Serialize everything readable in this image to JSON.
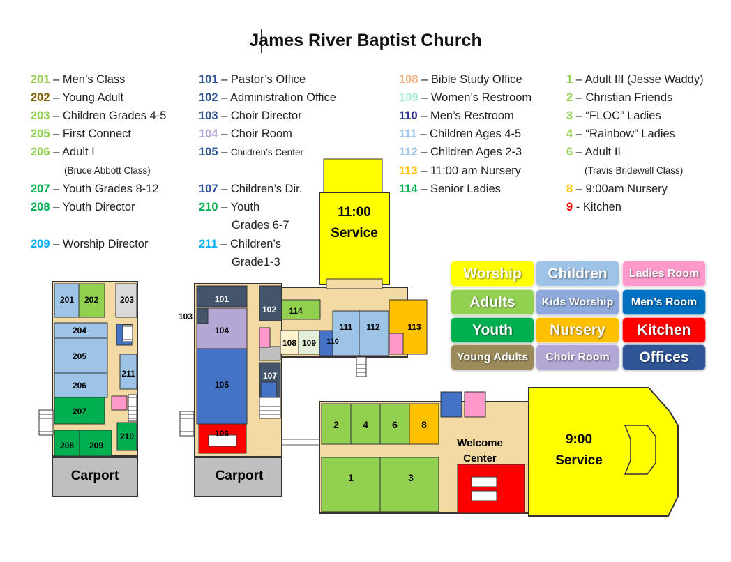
{
  "title": "James River Baptist Church",
  "legend": {
    "col1": [
      {
        "num": "201",
        "text": " – Men’s Class",
        "color": "#92d050"
      },
      {
        "num": "202",
        "text": " – Young Adult",
        "color": "#7f6000"
      },
      {
        "num": "203",
        "text": " –  Children Grades 4-5",
        "color": "#92d050"
      },
      {
        "num": "205",
        "text": " –  First Connect",
        "color": "#92d050"
      },
      {
        "num": "206",
        "text": " – Adult I",
        "color": "#92d050"
      },
      {
        "num": "207",
        "text": " – Youth Grades 8-12",
        "color": "#00b050"
      },
      {
        "num": "208",
        "text": " – Youth Director",
        "color": "#00b050"
      },
      {
        "num": "209",
        "text": " – Worship Director",
        "color": "#00b0f0"
      }
    ],
    "col1_sub": "(Bruce Abbott Class)",
    "col2": [
      {
        "num": "101",
        "text": " – Pastor’s Office",
        "color": "#2f5597"
      },
      {
        "num": "102",
        "text": " – Administration Office",
        "color": "#2f5597"
      },
      {
        "num": "103",
        "text": " – Choir Director",
        "color": "#2f5597"
      },
      {
        "num": "104",
        "text": " – Choir Room",
        "color": "#b4a7d6"
      },
      {
        "num": "105",
        "text": " – ",
        "color": "#2f5597"
      },
      {
        "num": "107",
        "text": " – Children’s Dir.",
        "color": "#2f5597"
      },
      {
        "num": "210",
        "text": " – Youth",
        "color": "#00b050"
      },
      {
        "num": "211",
        "text": " – Children’s",
        "color": "#00b0f0"
      }
    ],
    "col2_105_small": "Children’s Center",
    "col2_210_line2": "Grades 6-7",
    "col2_211_line2": "Grade1-3",
    "col3": [
      {
        "num": "108",
        "text": " – Bible Study Office",
        "color": "#f4b183"
      },
      {
        "num": "109",
        "text": " –  Women’s Restroom",
        "color": "#a9f0d1"
      },
      {
        "num": "110",
        "text": " – Men’s Restroom",
        "color": "#2e3192"
      },
      {
        "num": "111",
        "text": " – Children Ages 4-5",
        "color": "#9dc3e6"
      },
      {
        "num": "112",
        "text": " – Children Ages 2-3",
        "color": "#9dc3e6"
      },
      {
        "num": "113",
        "text": " – 11:00 am Nursery",
        "color": "#ffc000"
      },
      {
        "num": "114",
        "text": " – Senior Ladies",
        "color": "#00b050"
      }
    ],
    "col4": [
      {
        "num": "1",
        "text": " – Adult III (Jesse Waddy)",
        "color": "#92d050"
      },
      {
        "num": "2",
        "text": " – Christian Friends",
        "color": "#92d050"
      },
      {
        "num": "3",
        "text": " – “FLOC” Ladies",
        "color": "#92d050"
      },
      {
        "num": "4",
        "text": " – “Rainbow” Ladies",
        "color": "#92d050"
      },
      {
        "num": "6",
        "text": " – Adult II",
        "color": "#92d050"
      },
      {
        "num": "8",
        "text": " – 9:00am Nursery",
        "color": "#ffc000"
      },
      {
        "num": "9",
        "text": " - Kitchen",
        "color": "#ff0000"
      }
    ],
    "col4_sub": "(Travis Bridewell Class)"
  },
  "color_key": [
    {
      "label": "Worship",
      "color": "#ffff00",
      "small": false
    },
    {
      "label": "Children",
      "color": "#9dc3e6",
      "small": false
    },
    {
      "label": "Ladies Room",
      "color": "#ff99cc",
      "small": true
    },
    {
      "label": "Adults",
      "color": "#92d050",
      "small": false
    },
    {
      "label": "Kids Worship",
      "color": "#8ea9db",
      "small": true
    },
    {
      "label": "Men’s Room",
      "color": "#0070c0",
      "small": true
    },
    {
      "label": "Youth",
      "color": "#00b050",
      "small": false
    },
    {
      "label": "Nursery",
      "color": "#ffc000",
      "small": false
    },
    {
      "label": "Kitchen",
      "color": "#ff0000",
      "small": false
    },
    {
      "label": "Young Adults",
      "color": "#9c8b5a",
      "small": true
    },
    {
      "label": "Choir Room",
      "color": "#b4a7d6",
      "small": true
    },
    {
      "label": "Offices",
      "color": "#2f5597",
      "small": false
    }
  ],
  "map_labels": {
    "r201": "201",
    "r202": "202",
    "r203": "203",
    "r204": "204",
    "r205": "205",
    "r206": "206",
    "r207": "207",
    "r208": "208",
    "r209": "209",
    "r210": "210",
    "r211": "211",
    "r101": "101",
    "r102": "102",
    "r103": "103",
    "r104": "104",
    "r105": "105",
    "r106": "106",
    "r107": "107",
    "r108": "108",
    "r109": "109",
    "r110": "110",
    "r111": "111",
    "r112": "112",
    "r113": "113",
    "r114": "114",
    "r1": "1",
    "r2": "2",
    "r3": "3",
    "r4": "4",
    "r6": "6",
    "r8": "8",
    "carport": "Carport",
    "service11": "11:00",
    "service11_b": "Service",
    "service9": "9:00",
    "service9_b": "Service",
    "welcome": "Welcome",
    "welcome_b": "Center"
  }
}
